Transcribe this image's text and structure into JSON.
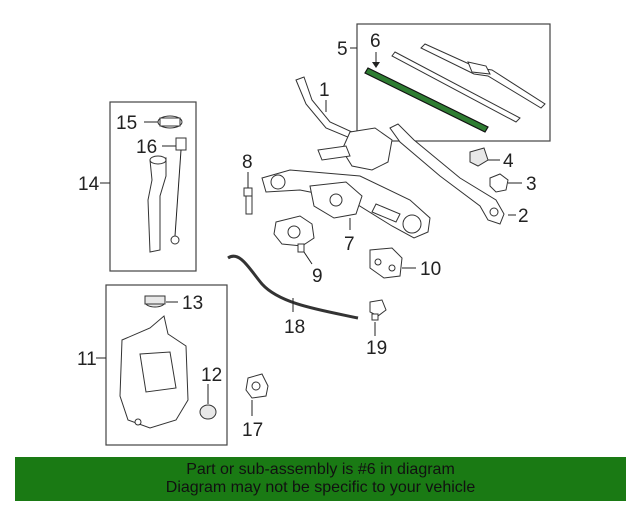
{
  "callouts": {
    "c1": "1",
    "c2": "2",
    "c3": "3",
    "c4": "4",
    "c5": "5",
    "c6": "6",
    "c7": "7",
    "c8": "8",
    "c9": "9",
    "c10": "10",
    "c11": "11",
    "c12": "12",
    "c13": "13",
    "c14": "14",
    "c15": "15",
    "c16": "16",
    "c17": "17",
    "c18": "18",
    "c19": "19"
  },
  "highlight_color": "#2e7d32",
  "banner": {
    "line1": "Part or sub-assembly is #6 in diagram",
    "line2": "Diagram may not be specific to your vehicle",
    "background": "#1a7a14"
  }
}
